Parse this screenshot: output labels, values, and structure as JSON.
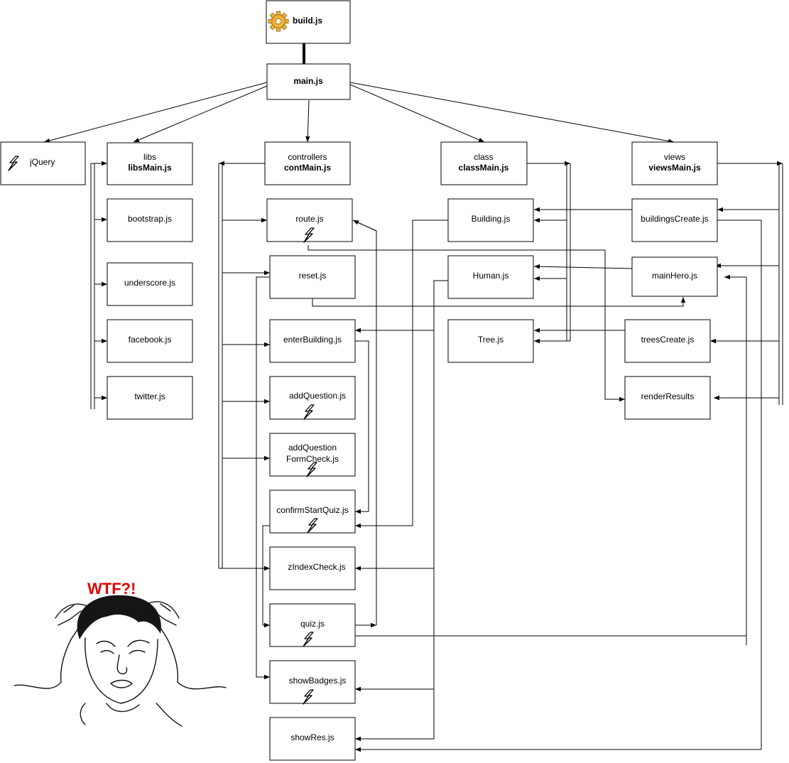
{
  "nodes": {
    "build": {
      "line1": "build.js",
      "icon": "gear-icon"
    },
    "main": {
      "line1": "main.js"
    },
    "jquery": {
      "line1": "jQuery",
      "icon": "bolt-icon"
    },
    "libs": {
      "line1": "libs",
      "line2": "libsMain.js"
    },
    "controllers": {
      "line1": "controllers",
      "line2": "contMain.js"
    },
    "class": {
      "line1": "class",
      "line2": "classMain.js"
    },
    "views": {
      "line1": "views",
      "line2": "viewsMain.js"
    },
    "bootstrap": {
      "line1": "bootstrap.js"
    },
    "underscore": {
      "line1": "underscore.js"
    },
    "facebook": {
      "line1": "facebook.js"
    },
    "twitter": {
      "line1": "twitter.js"
    },
    "route": {
      "line1": "route.js"
    },
    "reset": {
      "line1": "reset.js"
    },
    "enterBuilding": {
      "line1": "enterBuilding.js"
    },
    "addQuestion": {
      "line1": "addQuestion.js"
    },
    "addQuestionFormCheck": {
      "line1": "addQuestion",
      "line2": "FormCheck.js"
    },
    "confirmStartQuiz": {
      "line1": "confirmStartQuiz.js"
    },
    "zIndexCheck": {
      "line1": "zIndexCheck.js"
    },
    "quiz": {
      "line1": "quiz.js"
    },
    "showBadges": {
      "line1": "showBadges.js"
    },
    "showRes": {
      "line1": "showRes.js"
    },
    "building": {
      "line1": "Building.js"
    },
    "human": {
      "line1": "Human.js"
    },
    "tree": {
      "line1": "Tree.js"
    },
    "buildingsCreate": {
      "line1": "buildingsCreate.js"
    },
    "mainHero": {
      "line1": "mainHero.js"
    },
    "treesCreate": {
      "line1": "treesCreate.js"
    },
    "renderResults": {
      "line1": "renderResults"
    }
  },
  "meme": {
    "caption": "WTF?!"
  }
}
